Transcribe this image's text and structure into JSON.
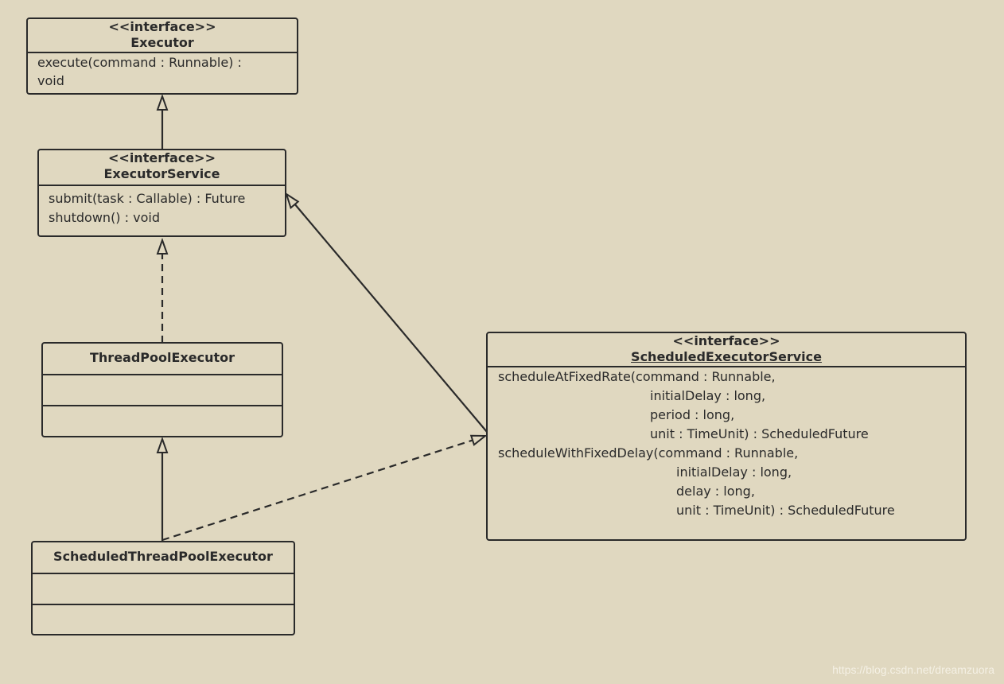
{
  "classes": {
    "executor": {
      "stereotype": "<<interface>>",
      "name": "Executor",
      "methods": [
        "execute(command : Runnable) :",
        "void"
      ]
    },
    "executor_service": {
      "stereotype": "<<interface>>",
      "name": "ExecutorService",
      "methods": [
        "submit(task : Callable) : Future",
        "shutdown() : void"
      ]
    },
    "thread_pool_executor": {
      "name": "ThreadPoolExecutor"
    },
    "scheduled_executor_service": {
      "stereotype": "<<interface>>",
      "name": "ScheduledExecutorService",
      "methods": [
        "scheduleAtFixedRate(command : Runnable,",
        "initialDelay : long,",
        "period : long,",
        "unit : TimeUnit) : ScheduledFuture",
        "scheduleWithFixedDelay(command : Runnable,",
        "initialDelay : long,",
        "delay : long,",
        "unit : TimeUnit) : ScheduledFuture"
      ]
    },
    "scheduled_thread_pool_executor": {
      "name": "ScheduledThreadPoolExecutor"
    }
  },
  "relations": [
    {
      "from": "ExecutorService",
      "to": "Executor",
      "kind": "generalization"
    },
    {
      "from": "ThreadPoolExecutor",
      "to": "ExecutorService",
      "kind": "realization"
    },
    {
      "from": "ScheduledExecutorService",
      "to": "ExecutorService",
      "kind": "generalization"
    },
    {
      "from": "ScheduledThreadPoolExecutor",
      "to": "ThreadPoolExecutor",
      "kind": "generalization"
    },
    {
      "from": "ScheduledThreadPoolExecutor",
      "to": "ScheduledExecutorService",
      "kind": "realization"
    }
  ],
  "watermark": "https://blog.csdn.net/dreamzuora",
  "colors": {
    "background": "#e0d8c0",
    "line": "#2a2a2a"
  }
}
